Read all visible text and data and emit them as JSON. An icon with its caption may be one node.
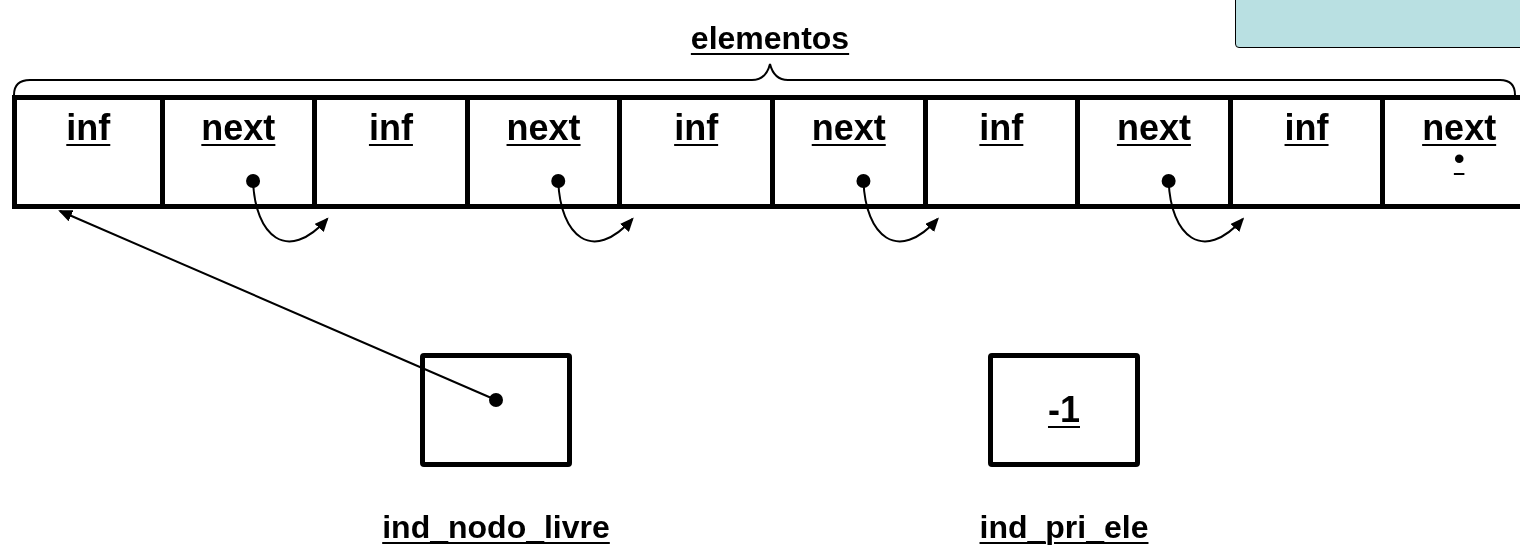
{
  "diagram": {
    "nodes": [
      {
        "text": [
          "inf"
        ]
      },
      {
        "text": [
          "next"
        ]
      },
      {
        "text": [
          "inf"
        ]
      },
      {
        "text": [
          "next"
        ]
      },
      {
        "text": [
          "inf"
        ]
      },
      {
        "text": [
          "next"
        ]
      },
      {
        "text": [
          "inf"
        ]
      },
      {
        "text": [
          "next"
        ]
      },
      {
        "text": [
          "inf"
        ]
      },
      {
        "text": [
          "next",
          "•"
        ]
      },
      {
        "text": [],
        "shape": "box",
        "beside": [
          "ind_nodo_livre"
        ]
      },
      {
        "text": [
          "-1"
        ],
        "beside": [
          "ind_pri_ele"
        ]
      },
      {
        "text": [],
        "shape": "box"
      }
    ],
    "edges": [
      {
        "from": 1,
        "to": 2,
        "arrow": "to"
      },
      {
        "from": 3,
        "to": 4,
        "arrow": "to"
      },
      {
        "from": 5,
        "to": 6,
        "arrow": "to"
      },
      {
        "from": 7,
        "to": 8,
        "arrow": "to"
      },
      {
        "from": 10,
        "to": 0,
        "arrow": "to"
      }
    ],
    "labels": [
      "elementos"
    ]
  }
}
